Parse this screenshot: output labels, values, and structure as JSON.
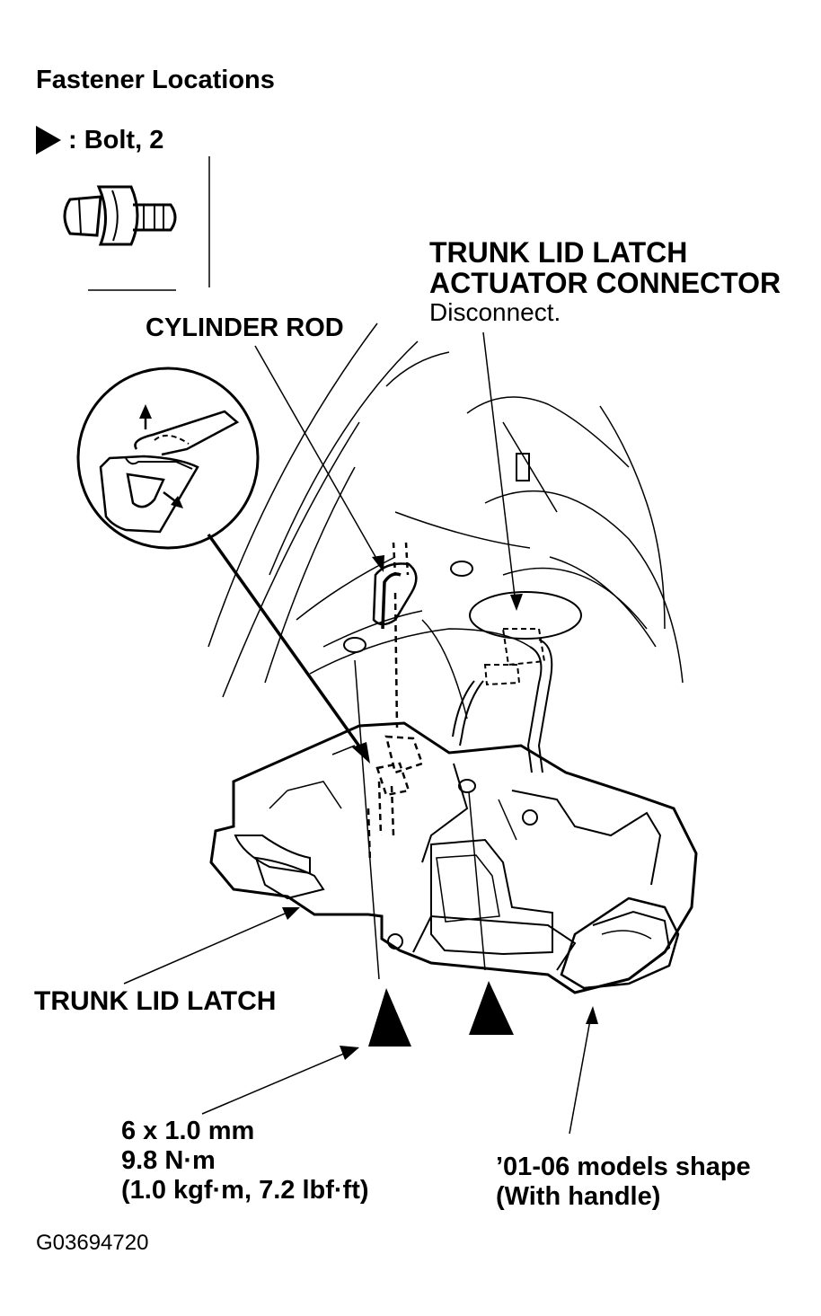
{
  "header": {
    "title": "Fastener Locations",
    "legend_text": ": Bolt, 2"
  },
  "labels": {
    "cylinder_rod": "CYLINDER ROD",
    "connector_line1": "TRUNK LID LATCH",
    "connector_line2": "ACTUATOR CONNECTOR",
    "connector_action": "Disconnect.",
    "trunk_lid_latch": "TRUNK LID LATCH",
    "bolt_spec_line1": "6 x 1.0 mm",
    "bolt_spec_line2": "9.8 N·m",
    "bolt_spec_line3": "(1.0 kgf·m, 7.2 lbf·ft)",
    "model_note_line1": "’01-06 models shape",
    "model_note_line2": "(With handle)"
  },
  "figure_code": "G03694720",
  "colors": {
    "ink": "#000000",
    "paper": "#ffffff"
  }
}
